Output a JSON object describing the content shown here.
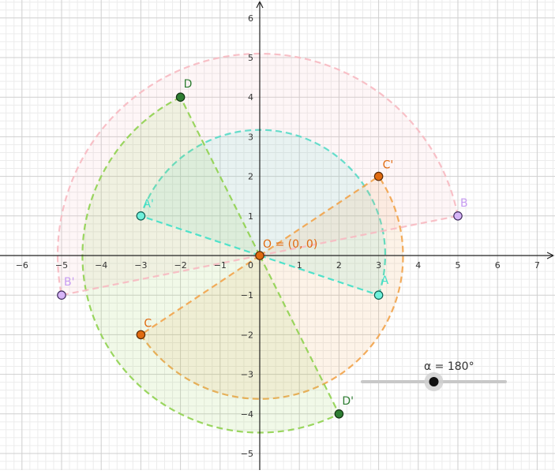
{
  "app": {
    "type": "geometry-graphing-view"
  },
  "axes": {
    "x_ticks": [
      "−6",
      "−5",
      "−4",
      "−3",
      "−2",
      "−1",
      "1",
      "2",
      "3",
      "4",
      "5",
      "6",
      "7"
    ],
    "y_ticks": [
      "6",
      "5",
      "4",
      "3",
      "2",
      "1",
      "−1",
      "−2",
      "−3",
      "−4",
      "−5"
    ],
    "origin_tick": "0",
    "xlim": [
      -6.5,
      7.5
    ],
    "ylim": [
      -5.5,
      6.5
    ],
    "grid": true
  },
  "colors": {
    "cyan": "#3ee0c8",
    "orange": "#f2a34a",
    "green": "#8fd14f",
    "pink": "#f7b9c1",
    "purple": "#c79cf2",
    "point_orange": "#e06a10",
    "point_green": "#2e7d32",
    "point_cyan_fill": "#6ff0db",
    "point_purple_fill": "#d6b4f7"
  },
  "points": [
    {
      "id": "A",
      "label": "A",
      "x": 3,
      "y": -1,
      "color": "cyan"
    },
    {
      "id": "A'",
      "label": "A'",
      "x": -3,
      "y": 1,
      "color": "cyan"
    },
    {
      "id": "B",
      "label": "B",
      "x": 5,
      "y": 1,
      "color": "purple"
    },
    {
      "id": "B'",
      "label": "B'",
      "x": -5,
      "y": -1,
      "color": "purple"
    },
    {
      "id": "C",
      "label": "C",
      "x": -3,
      "y": -2,
      "color": "orange"
    },
    {
      "id": "C'",
      "label": "C'",
      "x": 3,
      "y": 2,
      "color": "orange"
    },
    {
      "id": "D",
      "label": "D",
      "x": -2,
      "y": 4,
      "color": "green"
    },
    {
      "id": "D'",
      "label": "D'",
      "x": 2,
      "y": -4,
      "color": "green"
    }
  ],
  "origin": {
    "label": "O = (0, 0)",
    "x": 0,
    "y": 0
  },
  "sectors": [
    {
      "from": "A",
      "to": "A'",
      "color": "cyan",
      "radius": 3.1623
    },
    {
      "from": "B",
      "to": "B'",
      "color": "pink",
      "radius": 5.099
    },
    {
      "from": "C",
      "to": "C'",
      "color": "orange",
      "radius": 3.6056
    },
    {
      "from": "D",
      "to": "D'",
      "color": "green",
      "radius": 4.4721
    }
  ],
  "slider": {
    "label": "α = 180°",
    "value_degrees": 180,
    "min_degrees": 0,
    "max_degrees": 360
  }
}
